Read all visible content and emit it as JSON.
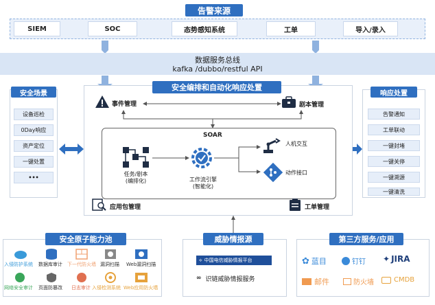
{
  "alert_source": {
    "title": "告警来源",
    "items": [
      "SIEM",
      "SOC",
      "态势感知系统",
      "工单",
      "导入/录入"
    ]
  },
  "bus": {
    "line1": "数据服务总线",
    "line2": "kafka /dubbo/restful API"
  },
  "security_scenes": {
    "title": "安全场景",
    "items": [
      "设备巡检",
      "0Day响应",
      "资产定位",
      "一键处置",
      "•••"
    ]
  },
  "response": {
    "title": "响应处置",
    "items": [
      "告警通知",
      "工单联动",
      "一键封堵",
      "一键关停",
      "一键溯源",
      "一键清洗"
    ]
  },
  "orchestration": {
    "title": "安全编排和自动化响应处置",
    "event_mgmt": "事件管理",
    "playbook_mgmt": "剧本管理",
    "soar": "SOAR",
    "task_line1": "任务/剧本",
    "task_line2": "(编排化)",
    "engine_line1": "工作流引擎",
    "engine_line2": "(智能化)",
    "human": "人机交互",
    "action": "动作接口",
    "app_pkg": "应用包管理",
    "ticket": "工单管理"
  },
  "atomic": {
    "title": "安全原子能力池",
    "row1": [
      "入侵防护系统",
      "数据库审计",
      "下一代防火墙",
      "漏洞扫描",
      "Web漏洞扫描"
    ],
    "row2": [
      "网络安全审计",
      "页面防篡改",
      "日志审计",
      "入侵检测系统",
      "Web应用防火墙"
    ]
  },
  "intel": {
    "title": "威胁情报源",
    "item1": "中国电信威胁情报平台",
    "item2": "识链威胁情报服务"
  },
  "third": {
    "title": "第三方服务/应用",
    "items": [
      "蓝目",
      "钉钉",
      "JIRA",
      "邮件",
      "防火墙",
      "CMDB"
    ]
  },
  "colors": {
    "header_blue": "#2f6fc0",
    "arrow_blue": "#8fb2df",
    "panel_fill": "#e6eef9"
  }
}
